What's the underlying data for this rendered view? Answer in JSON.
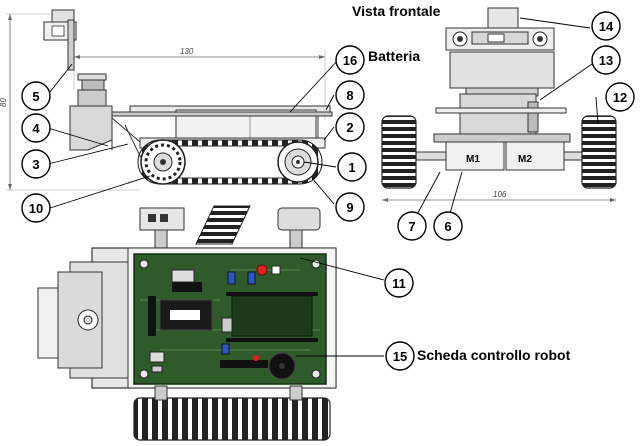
{
  "titles": {
    "front_view": "Vista frontale",
    "battery": "Batteria",
    "control_board": "Scheda controllo robot"
  },
  "dimensions": {
    "length": "130",
    "height": "80",
    "width": "106"
  },
  "motor_labels": {
    "m1": "M1",
    "m2": "M2"
  },
  "callouts": [
    "1",
    "2",
    "3",
    "4",
    "5",
    "6",
    "7",
    "8",
    "9",
    "10",
    "11",
    "12",
    "13",
    "14",
    "15",
    "16"
  ],
  "colors": {
    "pcb_green": "#2f5b2a",
    "pcb_dark": "#1d3a1a",
    "track_dark": "#222222",
    "metal_light": "#dcdcdc",
    "led_red": "#e02020",
    "capacitor_blue": "#2a56c8"
  }
}
